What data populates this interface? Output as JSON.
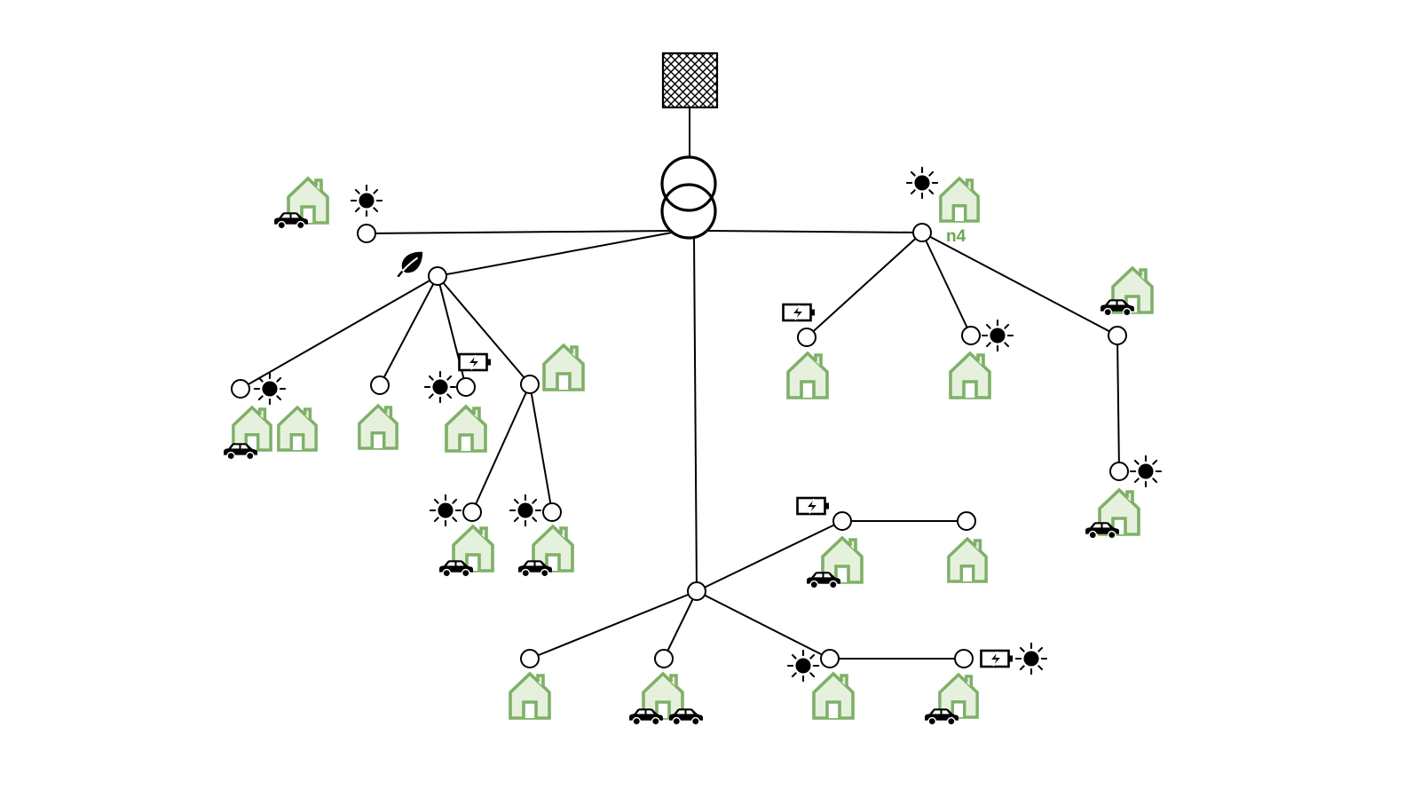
{
  "diagram": {
    "title": "",
    "colors": {
      "line": "#000000",
      "house_stroke": "#7fb069",
      "house_fill": "#e6f1dd",
      "label": "#6aa84f"
    },
    "labels": {
      "n4": "n4"
    },
    "root": "grid",
    "nodes": [
      {
        "id": "grid",
        "kind": "external-grid",
        "assets": []
      },
      {
        "id": "transformer",
        "kind": "transformer",
        "assets": []
      },
      {
        "id": "a1",
        "kind": "bus",
        "assets": [
          "house",
          "car",
          "pv"
        ]
      },
      {
        "id": "a2",
        "kind": "bus",
        "assets": [
          "leaf"
        ]
      },
      {
        "id": "a3",
        "kind": "bus",
        "assets": [
          "house",
          "house",
          "car",
          "pv"
        ]
      },
      {
        "id": "a4",
        "kind": "bus",
        "assets": [
          "house"
        ]
      },
      {
        "id": "a5",
        "kind": "bus",
        "assets": [
          "house",
          "pv",
          "battery"
        ]
      },
      {
        "id": "a6",
        "kind": "bus",
        "assets": [
          "house"
        ]
      },
      {
        "id": "a7",
        "kind": "bus",
        "assets": [
          "house",
          "car",
          "pv"
        ]
      },
      {
        "id": "a8",
        "kind": "bus",
        "assets": [
          "house",
          "car",
          "pv"
        ]
      },
      {
        "id": "n4",
        "kind": "bus",
        "label": "n4",
        "assets": [
          "house",
          "pv"
        ]
      },
      {
        "id": "r1",
        "kind": "bus",
        "assets": [
          "house",
          "battery"
        ]
      },
      {
        "id": "r2",
        "kind": "bus",
        "assets": [
          "house",
          "pv"
        ]
      },
      {
        "id": "r3",
        "kind": "bus",
        "assets": [
          "house",
          "car"
        ]
      },
      {
        "id": "r4",
        "kind": "bus",
        "assets": [
          "house",
          "car",
          "pv"
        ]
      },
      {
        "id": "c1",
        "kind": "bus",
        "assets": []
      },
      {
        "id": "c2",
        "kind": "bus",
        "assets": [
          "house",
          "car",
          "battery"
        ]
      },
      {
        "id": "c3",
        "kind": "bus",
        "assets": [
          "house"
        ]
      },
      {
        "id": "c4",
        "kind": "bus",
        "assets": [
          "house"
        ]
      },
      {
        "id": "c5",
        "kind": "bus",
        "assets": [
          "house",
          "car",
          "car"
        ]
      },
      {
        "id": "c6",
        "kind": "bus",
        "assets": [
          "house",
          "pv"
        ]
      },
      {
        "id": "c7",
        "kind": "bus",
        "assets": [
          "house",
          "car",
          "battery",
          "pv"
        ]
      }
    ],
    "edges": [
      [
        "grid",
        "transformer"
      ],
      [
        "transformer",
        "a1"
      ],
      [
        "transformer",
        "a2"
      ],
      [
        "transformer",
        "n4"
      ],
      [
        "transformer",
        "c1"
      ],
      [
        "a2",
        "a3"
      ],
      [
        "a2",
        "a4"
      ],
      [
        "a2",
        "a5"
      ],
      [
        "a2",
        "a6"
      ],
      [
        "a6",
        "a7"
      ],
      [
        "a6",
        "a8"
      ],
      [
        "n4",
        "r1"
      ],
      [
        "n4",
        "r2"
      ],
      [
        "n4",
        "r3"
      ],
      [
        "r3",
        "r4"
      ],
      [
        "c1",
        "c2"
      ],
      [
        "c2",
        "c3"
      ],
      [
        "c1",
        "c4"
      ],
      [
        "c1",
        "c5"
      ],
      [
        "c1",
        "c6"
      ],
      [
        "c6",
        "c7"
      ]
    ]
  }
}
